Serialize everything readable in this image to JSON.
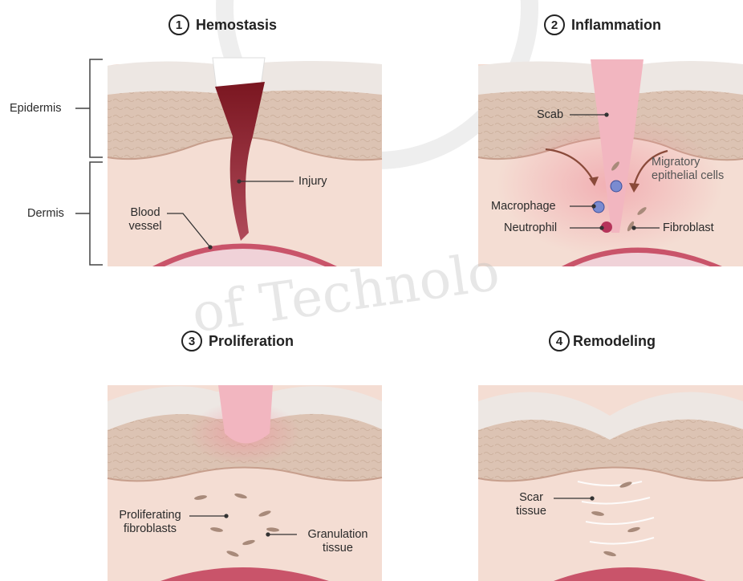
{
  "watermark": "of Technolo",
  "panels": [
    {
      "number": "1",
      "title": "Hemostasis",
      "labels": {
        "injury": "Injury",
        "blood_vessel_1": "Blood",
        "blood_vessel_2": "vessel"
      }
    },
    {
      "number": "2",
      "title": "Inflammation",
      "labels": {
        "scab": "Scab",
        "migratory_1": "Migratory",
        "migratory_2": "epithelial cells",
        "macrophage": "Macrophage",
        "neutrophil": "Neutrophil",
        "fibroblast": "Fibroblast"
      }
    },
    {
      "number": "3",
      "title": "Proliferation",
      "labels": {
        "prolif_1": "Proliferating",
        "prolif_2": "fibroblasts",
        "gran_1": "Granulation",
        "gran_2": "tissue"
      }
    },
    {
      "number": "4",
      "title": "Remodeling",
      "labels": {
        "scar_1": "Scar",
        "scar_2": "tissue"
      }
    }
  ],
  "layers": {
    "epidermis": "Epidermis",
    "dermis": "Dermis"
  },
  "colors": {
    "epidermis": "#d9bfae",
    "dermis": "#f4ddd3",
    "blood": "#8a1f2a",
    "scab": "#f2b6c0",
    "vessel": "#c9546a"
  }
}
